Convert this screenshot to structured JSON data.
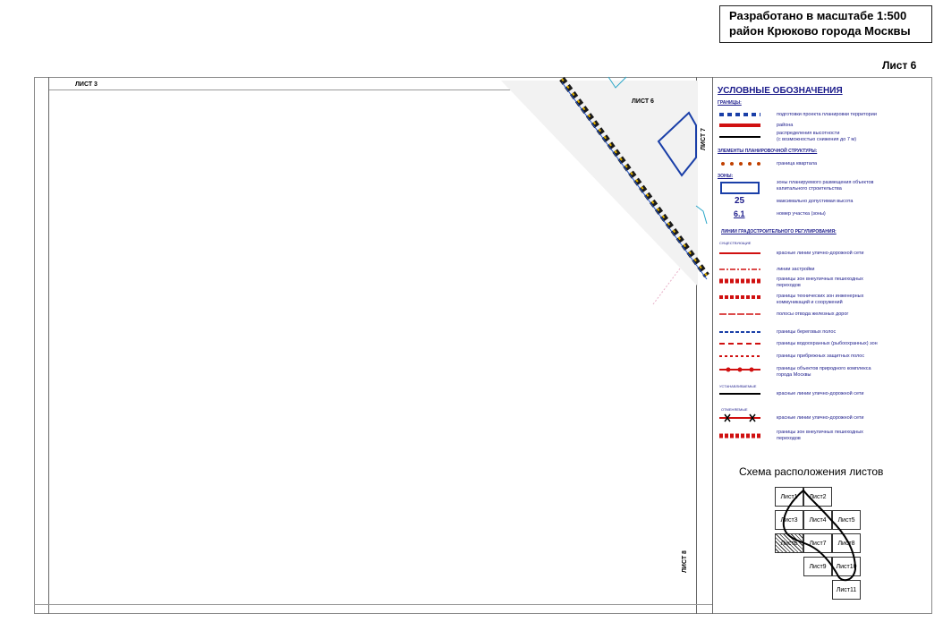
{
  "header": {
    "scale_line": "Разработано в масштабе 1:500",
    "district_line": "район Крюково города Москвы",
    "sheet_number": "Лист 6"
  },
  "map": {
    "labels": {
      "top_left": "ЛИСТ 3",
      "top_right": "ЛИСТ 6",
      "right_vertical": "ЛИСТ 7",
      "bottom_vertical": "ЛИСТ 8"
    },
    "colors": {
      "boundary_black": "#1a1a1a",
      "boundary_yellow": "#e0b000",
      "boundary_blue": "#2050c0",
      "zone_blue": "#1a3fa8",
      "red_line": "#d01010"
    }
  },
  "legend": {
    "title": "УСЛОВНЫЕ ОБОЗНАЧЕНИЯ",
    "sections": {
      "boundaries": "ГРАНИЦЫ:",
      "planning_elements": "ЭЛЕМЕНТЫ ПЛАНИРОВОЧНОЙ СТРУКТУРЫ:",
      "zones": "ЗОНЫ:",
      "regulation_lines": "ЛИНИИ ГРАДОСТРОИТЕЛЬНОГО РЕГУЛИРОВАНИЯ:"
    },
    "items": {
      "planning_territory": "подготовки проекта планировки территории",
      "district": "района",
      "height_line": "распределения высотности",
      "height_line_2": "(с возможностью снижения до 7 м)",
      "quarter_boundary": "граница квартала",
      "zone_placement": "зоны планируемого размещения объектов",
      "zone_placement_2": "капитального строительства",
      "max_height_value": "25",
      "max_height": "максимально допустимая высота",
      "plot_number_value": "6.1",
      "plot_number": "номер участка (зоны)",
      "existing_tag": "СУЩЕСТВУЮЩИЕ",
      "red_lines": "красные линии улично-дорожной сети",
      "building_line": "линии застройки",
      "offstreet_crossings": "границы зон внеуличных пешеходных",
      "offstreet_crossings_2": "переходов",
      "technical_zones": "границы технических зон инженерных",
      "technical_zones_2": "коммуникаций и сооружений",
      "railway_strip": "полосы отвода железных дорог",
      "coastal_strips": "границы береговых полос",
      "water_protection": "границы водоохранных (рыбоохранных) зон",
      "riverside_strips": "границы прибрежных защитных полос",
      "nature_complex": "границы объектов природного комплекса",
      "nature_complex_2": "города Москвы",
      "established_tag": "УСТАНАВЛИВАЕМЫЕ",
      "red_lines_established": "красные линии улично-дорожной сети",
      "cancelled_tag": "ОТМЕНЯЕМЫЕ",
      "red_lines_cancelled": "красные линии улично-дорожной сети",
      "offstreet_cancelled": "границы зон внеуличных пешеходных",
      "offstreet_cancelled_2": "переходов"
    }
  },
  "scheme": {
    "title": "Схема расположения листов",
    "sheets": [
      "Лист1",
      "Лист2",
      "Лист3",
      "Лист4",
      "Лист5",
      "Лист6",
      "Лист7",
      "Лист8",
      "Лист9",
      "Лист10",
      "Лист11"
    ]
  }
}
